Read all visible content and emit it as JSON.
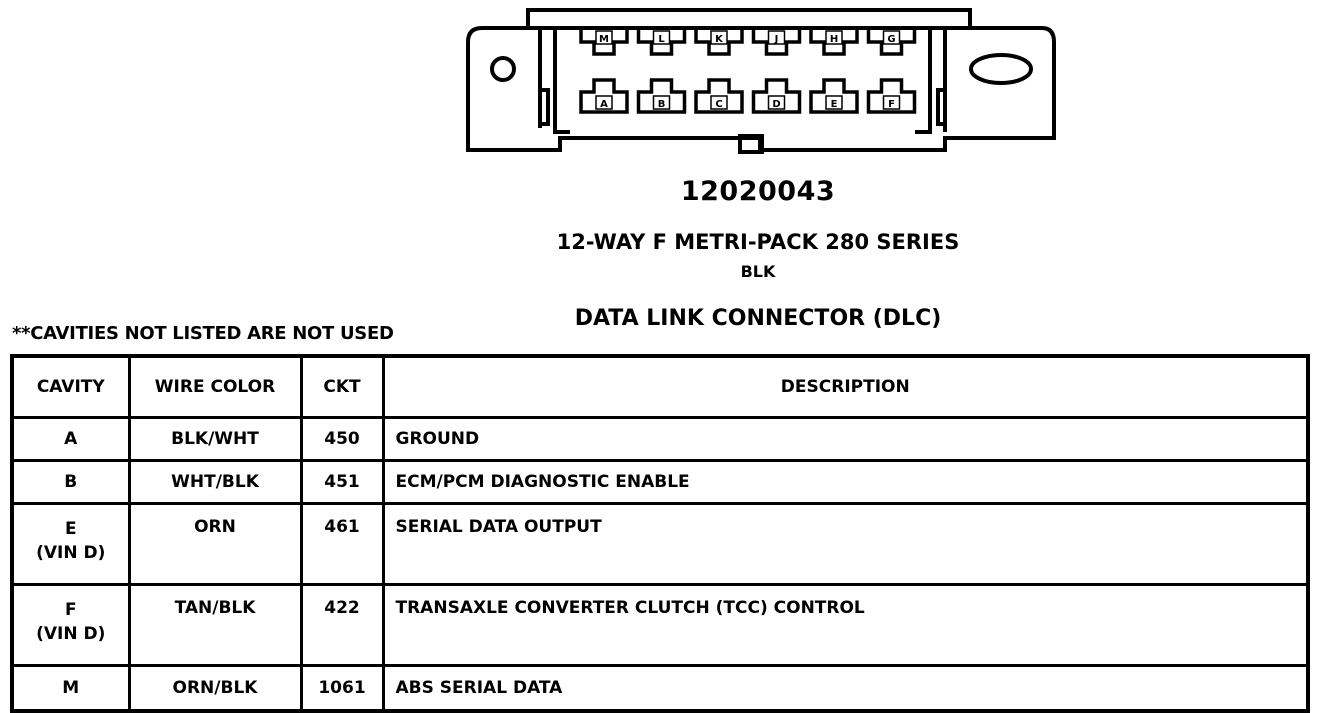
{
  "connector": {
    "pins_top": [
      "M",
      "L",
      "K",
      "J",
      "H",
      "G"
    ],
    "pins_bottom": [
      "A",
      "B",
      "C",
      "D",
      "E",
      "F"
    ]
  },
  "part_number": "12020043",
  "series": "12-WAY F METRI-PACK 280 SERIES",
  "color": "BLK",
  "connector_name": "DATA LINK CONNECTOR (DLC)",
  "note": "**CAVITIES NOT LISTED ARE NOT USED",
  "table": {
    "headers": {
      "cavity": "CAVITY",
      "wire_color": "WIRE COLOR",
      "ckt": "CKT",
      "description": "DESCRIPTION"
    },
    "rows": [
      {
        "cavity": "A",
        "cavity_note": "",
        "wire_color": "BLK/WHT",
        "ckt": "450",
        "description": "GROUND"
      },
      {
        "cavity": "B",
        "cavity_note": "",
        "wire_color": "WHT/BLK",
        "ckt": "451",
        "description": "ECM/PCM DIAGNOSTIC ENABLE"
      },
      {
        "cavity": "E",
        "cavity_note": "(VIN D)",
        "wire_color": "ORN",
        "ckt": "461",
        "description": "SERIAL DATA OUTPUT"
      },
      {
        "cavity": "F",
        "cavity_note": "(VIN D)",
        "wire_color": "TAN/BLK",
        "ckt": "422",
        "description": "TRANSAXLE CONVERTER CLUTCH (TCC) CONTROL"
      },
      {
        "cavity": "M",
        "cavity_note": "",
        "wire_color": "ORN/BLK",
        "ckt": "1061",
        "description": "ABS SERIAL DATA"
      }
    ]
  }
}
